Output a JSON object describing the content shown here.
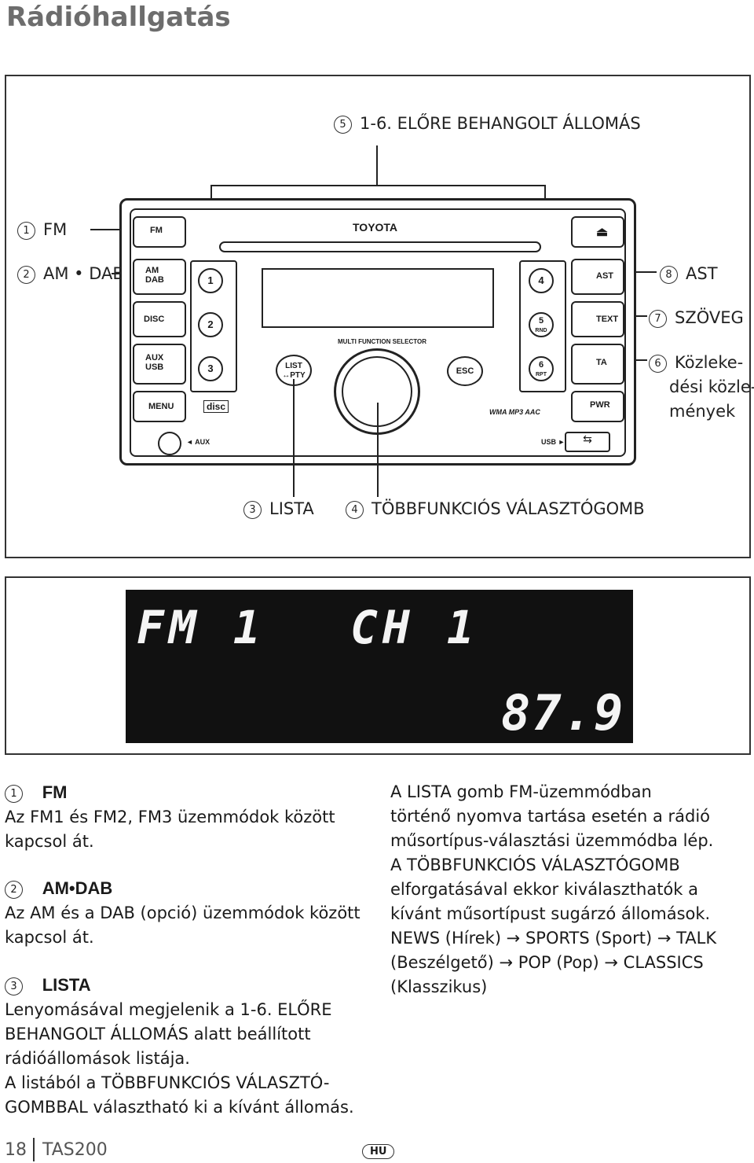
{
  "page": {
    "title": "Rádióhallgatás",
    "footer_page": "18",
    "footer_model": "TAS200",
    "footer_lang": "HU"
  },
  "diagram": {
    "callouts": {
      "c1": {
        "num": "1",
        "label": "FM"
      },
      "c2": {
        "num": "2",
        "label": "AM • DAB"
      },
      "c3": {
        "num": "3",
        "label": "LISTA"
      },
      "c4": {
        "num": "4",
        "label": "TÖBBFUNKCIÓS VÁLASZTÓGOMB"
      },
      "c5": {
        "num": "5",
        "label": "1-6. ELŐRE BEHANGOLT ÁLLOMÁS"
      },
      "c6": {
        "num": "6",
        "label_l1": "Közleke-",
        "label_l2": "dési közle-",
        "label_l3": "mények"
      },
      "c7": {
        "num": "7",
        "label": "SZÖVEG"
      },
      "c8": {
        "num": "8",
        "label": "AST"
      }
    },
    "radio": {
      "brand": "TOYOTA",
      "fm": "FM",
      "am_l1": "AM",
      "am_l2": "DAB",
      "disc": "DISC",
      "aux_l1": "AUX",
      "aux_l2": "USB",
      "menu": "MENU",
      "p1": "1",
      "p2": "2",
      "p3": "3",
      "p4": "4",
      "p5": "5",
      "p5sub": "RND",
      "p6": "6",
      "p6sub": "RPT",
      "list_l1": "LIST",
      "list_l2": "↔PTY",
      "esc": "ESC",
      "selector": "MULTI FUNCTION SELECTOR",
      "eject": "⏏",
      "ast": "AST",
      "text": "TEXT",
      "ta": "TA",
      "pwr": "PWR",
      "aux_port": "◄ AUX",
      "usb_port": "USB ►",
      "formats": "WMA MP3 AAC",
      "disc_logo": "disc"
    }
  },
  "display": {
    "line1_left": "FM 1",
    "line1_right": "CH 1",
    "freq": "87.9"
  },
  "sections": {
    "s1": {
      "num": "1",
      "head": "FM",
      "l1": "Az FM1 és FM2, FM3 üzemmódok között",
      "l2": "kapcsol át."
    },
    "s2": {
      "num": "2",
      "head": "AM•DAB",
      "l1": "Az AM és a DAB (opció) üzemmódok között",
      "l2": "kapcsol át."
    },
    "s3": {
      "num": "3",
      "head": "LISTA",
      "l1": "Lenyomásával megjelenik a 1-6. ELŐRE",
      "l2": "BEHANGOLT ÁLLOMÁS alatt beállított",
      "l3": "rádióállomások listája.",
      "l4": "A listából a TÖBBFUNKCIÓS VÁLASZTÓ-",
      "l5": "GOMBBAL választható ki a kívánt állomás."
    },
    "right": {
      "l1": "A LISTA gomb FM-üzemmódban",
      "l2": "történő nyomva tartása esetén a rádió",
      "l3": "műsortípus-választási üzemmódba lép.",
      "l4": "A TÖBBFUNKCIÓS VÁLASZTÓGOMB",
      "l5": "elforgatásával ekkor kiválaszthatók a",
      "l6": "kívánt műsortípust sugárzó állomások.",
      "l7": "NEWS (Hírek) → SPORTS (Sport) → TALK",
      "l8": "(Beszélgető) → POP (Pop) → CLASSICS",
      "l9": "(Klasszikus)"
    }
  }
}
